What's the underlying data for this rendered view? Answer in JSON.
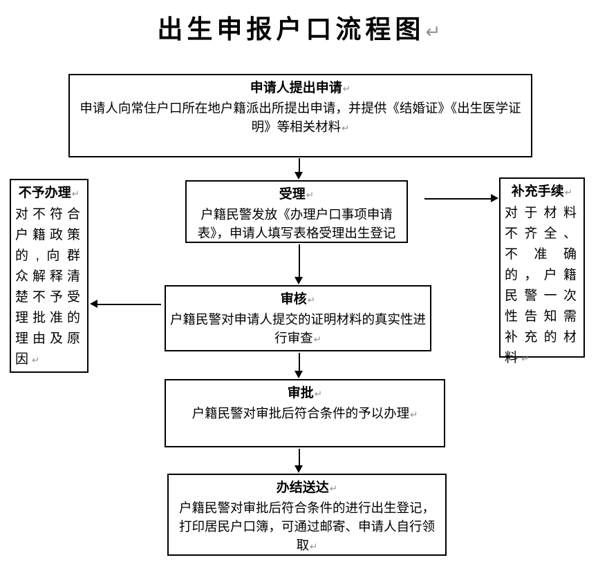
{
  "title": "出生申报户口流程图",
  "return_mark": "↵",
  "colors": {
    "line": "#000000",
    "text": "#000000",
    "background": "#ffffff",
    "return_mark": "#909090"
  },
  "flowchart": {
    "apply": {
      "title": "申请人提出申请",
      "body": "申请人向常住户口所在地户籍派出所提出申请，并提供《结婚证》《出生医学证明》等相关材料"
    },
    "accept": {
      "title": "受理",
      "body": "户籍民警发放《办理户口事项申请表》，申请人填写表格受理出生登记"
    },
    "reject": {
      "title": "不予办理",
      "body": "对不符合户籍政策的,向群众解释清楚不予受理批准的理由及原因"
    },
    "supplement": {
      "title": "补充手续",
      "body": "对于材料不齐全、不准确的，户籍民警一次性告知需补充的材料"
    },
    "review": {
      "title": "审核",
      "body": "户籍民警对申请人提交的证明材料的真实性进行审查"
    },
    "approve": {
      "title": "审批",
      "body": "户籍民警对审批后符合条件的予以办理"
    },
    "deliver": {
      "title": "办结送达",
      "body": "户籍民警对审批后符合条件的进行出生登记，打印居民户口簿，可通过邮寄、申请人自行领取"
    }
  }
}
